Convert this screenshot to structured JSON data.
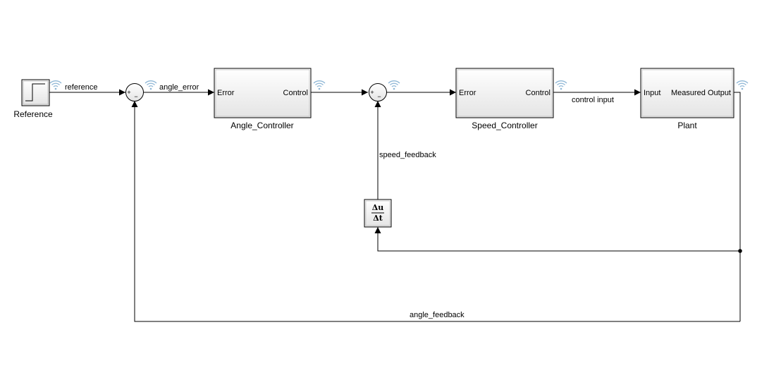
{
  "colors": {
    "wire": "#000000",
    "signal_logging_icon": "#8fb7d6",
    "block_fill_top": "#ffffff",
    "block_fill_bottom": "#e6e6e6"
  },
  "blocks": {
    "reference": {
      "name": "Reference"
    },
    "sum1": {
      "sign_top": "+",
      "sign_bottom": "−"
    },
    "angle_controller": {
      "name": "Angle_Controller",
      "in_port": "Error",
      "out_port": "Control"
    },
    "sum2": {
      "sign_top": "+",
      "sign_bottom": "−"
    },
    "speed_controller": {
      "name": "Speed_Controller",
      "in_port": "Error",
      "out_port": "Control"
    },
    "plant": {
      "name": "Plant",
      "in_port": "Input",
      "out_port": "Measured Output"
    },
    "derivative": {
      "numerator": "Δu",
      "denominator": "Δt"
    }
  },
  "signals": {
    "reference": "reference",
    "angle_error": "angle_error",
    "control_input": "control input",
    "speed_feedback": "speed_feedback",
    "angle_feedback": "angle_feedback"
  },
  "icons": [
    "step-icon",
    "signal-logging-icon"
  ]
}
